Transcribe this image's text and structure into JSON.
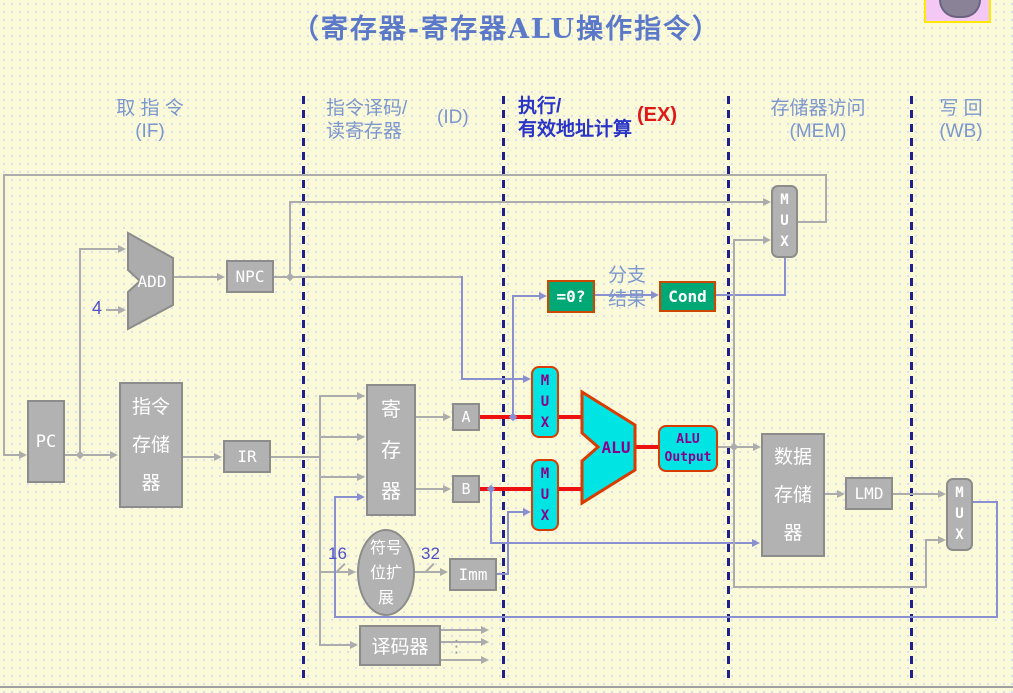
{
  "title": "（寄存器-寄存器ALU操作指令）",
  "stages": [
    {
      "name": "取 指 令",
      "abbr": "(IF)"
    },
    {
      "line1": "指令译码/",
      "line2": "读寄存器",
      "abbr": "(ID)"
    },
    {
      "line1": "执行/",
      "line2": "有效地址计算",
      "abbr": "(EX)"
    },
    {
      "name": "存储器访问",
      "abbr": "(MEM)"
    },
    {
      "name": "写 回",
      "abbr": "(WB)"
    }
  ],
  "blocks": {
    "pc": "PC",
    "adder": "ADD",
    "npc": "NPC",
    "instr_mem": "指令\n存储\n器",
    "ir": "IR",
    "reg_file": "寄\n存\n器",
    "a_latch": "A",
    "b_latch": "B",
    "mux_alu_top": "M\nU\nX",
    "mux_alu_bottom": "M\nU\nX",
    "alu": "ALU",
    "alu_output": "ALU\nOutput",
    "zero_test": "=0?",
    "cond": "Cond",
    "branch_result": "分支\n结果",
    "sign_extend": "符号\n位扩\n展",
    "imm": "Imm",
    "decoder": "译码器",
    "data_mem": "数据\n存储\n器",
    "lmd": "LMD",
    "mux_pc": "M\nU\nX",
    "mux_wb": "M\nU\nX"
  },
  "labels": {
    "pc_increment": "4",
    "imm_width_in": "16",
    "imm_width_out": "32",
    "decoder_more": "⋮"
  },
  "colors": {
    "background": "#FAFAD8",
    "title_blue": "#5B79C8",
    "stage_blue": "#7C96CE",
    "stage_blue_dark": "#2A35C8",
    "stage_red": "#E11818",
    "box_gray": "#B2B2B2",
    "box_border": "#8C8C8C",
    "cyan": "#00E4E4",
    "cyan_border": "#D83C00",
    "green": "#00A876",
    "wire_gray": "#ACACAC",
    "wire_purple": "#8A8FD0",
    "wire_red": "#EE1010",
    "stage_line": "#20208C"
  }
}
